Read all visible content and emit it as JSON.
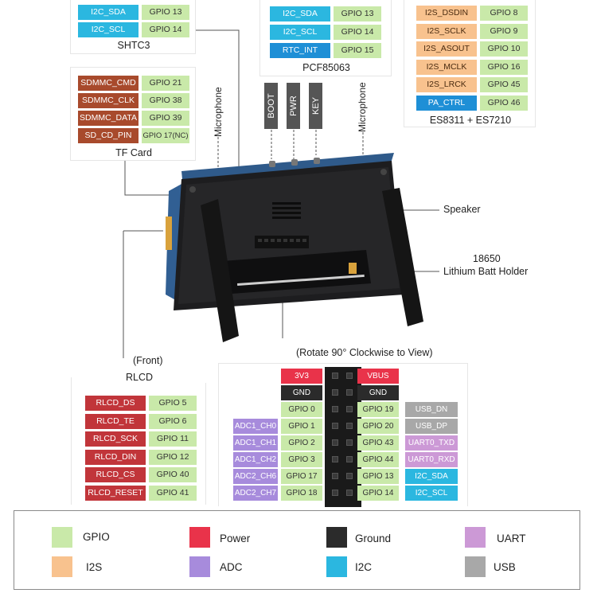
{
  "shtc3": {
    "title": "SHTC3",
    "pins": [
      {
        "name": "I2C_SDA",
        "gpio": "GPIO 13",
        "color": "#2bb7e0"
      },
      {
        "name": "I2C_SCL",
        "gpio": "GPIO 14",
        "color": "#2bb7e0"
      }
    ]
  },
  "pcf85063": {
    "title": "PCF85063",
    "pins": [
      {
        "name": "I2C_SDA",
        "gpio": "GPIO 13"
      },
      {
        "name": "I2C_SCL",
        "gpio": "GPIO 14"
      },
      {
        "name": "RTC_INT",
        "gpio": "GPIO 15"
      }
    ]
  },
  "es8311": {
    "title": "ES8311 + ES7210",
    "pins": [
      {
        "name": "I2S_DSDIN",
        "gpio": "GPIO 8"
      },
      {
        "name": "I2S_SCLK",
        "gpio": "GPIO 9"
      },
      {
        "name": "I2S_ASOUT",
        "gpio": "GPIO 10"
      },
      {
        "name": "I2S_MCLK",
        "gpio": "GPIO 16"
      },
      {
        "name": "I2S_LRCK",
        "gpio": "GPIO 45"
      },
      {
        "name": "PA_CTRL",
        "gpio": "GPIO 46"
      }
    ]
  },
  "tfcard": {
    "title": "TF Card",
    "pins": [
      {
        "name": "SDMMC_CMD",
        "gpio": "GPIO 21"
      },
      {
        "name": "SDMMC_CLK",
        "gpio": "GPIO 38"
      },
      {
        "name": "SDMMC_DATA",
        "gpio": "GPIO 39"
      },
      {
        "name": "SD_CD_PIN",
        "gpio": "GPIO 17(NC)"
      }
    ]
  },
  "board": {
    "mic_left": "Microphone",
    "mic_right": "Microphone",
    "buttons": [
      "BOOT",
      "PWR",
      "KEY"
    ],
    "speaker": "Speaker",
    "batt_line1": "18650",
    "batt_line2": "Lithium Batt Holder",
    "front": "(Front)"
  },
  "rlcd": {
    "title": "RLCD",
    "pins": [
      {
        "name": "RLCD_DS",
        "gpio": "GPIO 5"
      },
      {
        "name": "RLCD_TE",
        "gpio": "GPIO 6"
      },
      {
        "name": "RLCD_SCK",
        "gpio": "GPIO 11"
      },
      {
        "name": "RLCD_DIN",
        "gpio": "GPIO 12"
      },
      {
        "name": "RLCD_CS",
        "gpio": "GPIO 40"
      },
      {
        "name": "RLCD_RESET",
        "gpio": "GPIO 41"
      }
    ]
  },
  "header": {
    "title": "(Rotate 90° Clockwise to View)",
    "rows": [
      {
        "lfunc": "",
        "lfunc_type": "",
        "left": "3V3",
        "left_type": "pwr",
        "right": "VBUS",
        "right_type": "pwr",
        "rfunc": "",
        "rfunc_type": ""
      },
      {
        "lfunc": "",
        "lfunc_type": "",
        "left": "GND",
        "left_type": "gnd",
        "right": "GND",
        "right_type": "gnd",
        "rfunc": "",
        "rfunc_type": ""
      },
      {
        "lfunc": "",
        "lfunc_type": "",
        "left": "GPIO 0",
        "left_type": "gpio",
        "right": "GPIO 19",
        "right_type": "gpio",
        "rfunc": "USB_DN",
        "rfunc_type": "usb"
      },
      {
        "lfunc": "ADC1_CH0",
        "lfunc_type": "adc",
        "left": "GPIO 1",
        "left_type": "gpio",
        "right": "GPIO 20",
        "right_type": "gpio",
        "rfunc": "USB_DP",
        "rfunc_type": "usb"
      },
      {
        "lfunc": "ADC1_CH1",
        "lfunc_type": "adc",
        "left": "GPIO 2",
        "left_type": "gpio",
        "right": "GPIO 43",
        "right_type": "gpio",
        "rfunc": "UART0_TXD",
        "rfunc_type": "uart"
      },
      {
        "lfunc": "ADC1_CH2",
        "lfunc_type": "adc",
        "left": "GPIO 3",
        "left_type": "gpio",
        "right": "GPIO 44",
        "right_type": "gpio",
        "rfunc": "UART0_RXD",
        "rfunc_type": "uart"
      },
      {
        "lfunc": "ADC2_CH6",
        "lfunc_type": "adc",
        "left": "GPIO 17",
        "left_type": "gpio",
        "right": "GPIO 13",
        "right_type": "gpio",
        "rfunc": "I2C_SDA",
        "rfunc_type": "i2c"
      },
      {
        "lfunc": "ADC2_CH7",
        "lfunc_type": "adc",
        "left": "GPIO 18",
        "left_type": "gpio",
        "right": "GPIO 14",
        "right_type": "gpio",
        "rfunc": "I2C_SCL",
        "rfunc_type": "i2c"
      }
    ]
  },
  "legend": [
    {
      "label": "GPIO",
      "color": "#c9e9a9"
    },
    {
      "label": "Power",
      "color": "#e9334a"
    },
    {
      "label": "Ground",
      "color": "#2b2b2b"
    },
    {
      "label": "UART",
      "color": "#cc99d6"
    },
    {
      "label": "I2S",
      "color": "#f8c28e"
    },
    {
      "label": "ADC",
      "color": "#a78bdc"
    },
    {
      "label": "I2C",
      "color": "#2bb7e0"
    },
    {
      "label": "USB",
      "color": "#a8a8a8"
    }
  ]
}
